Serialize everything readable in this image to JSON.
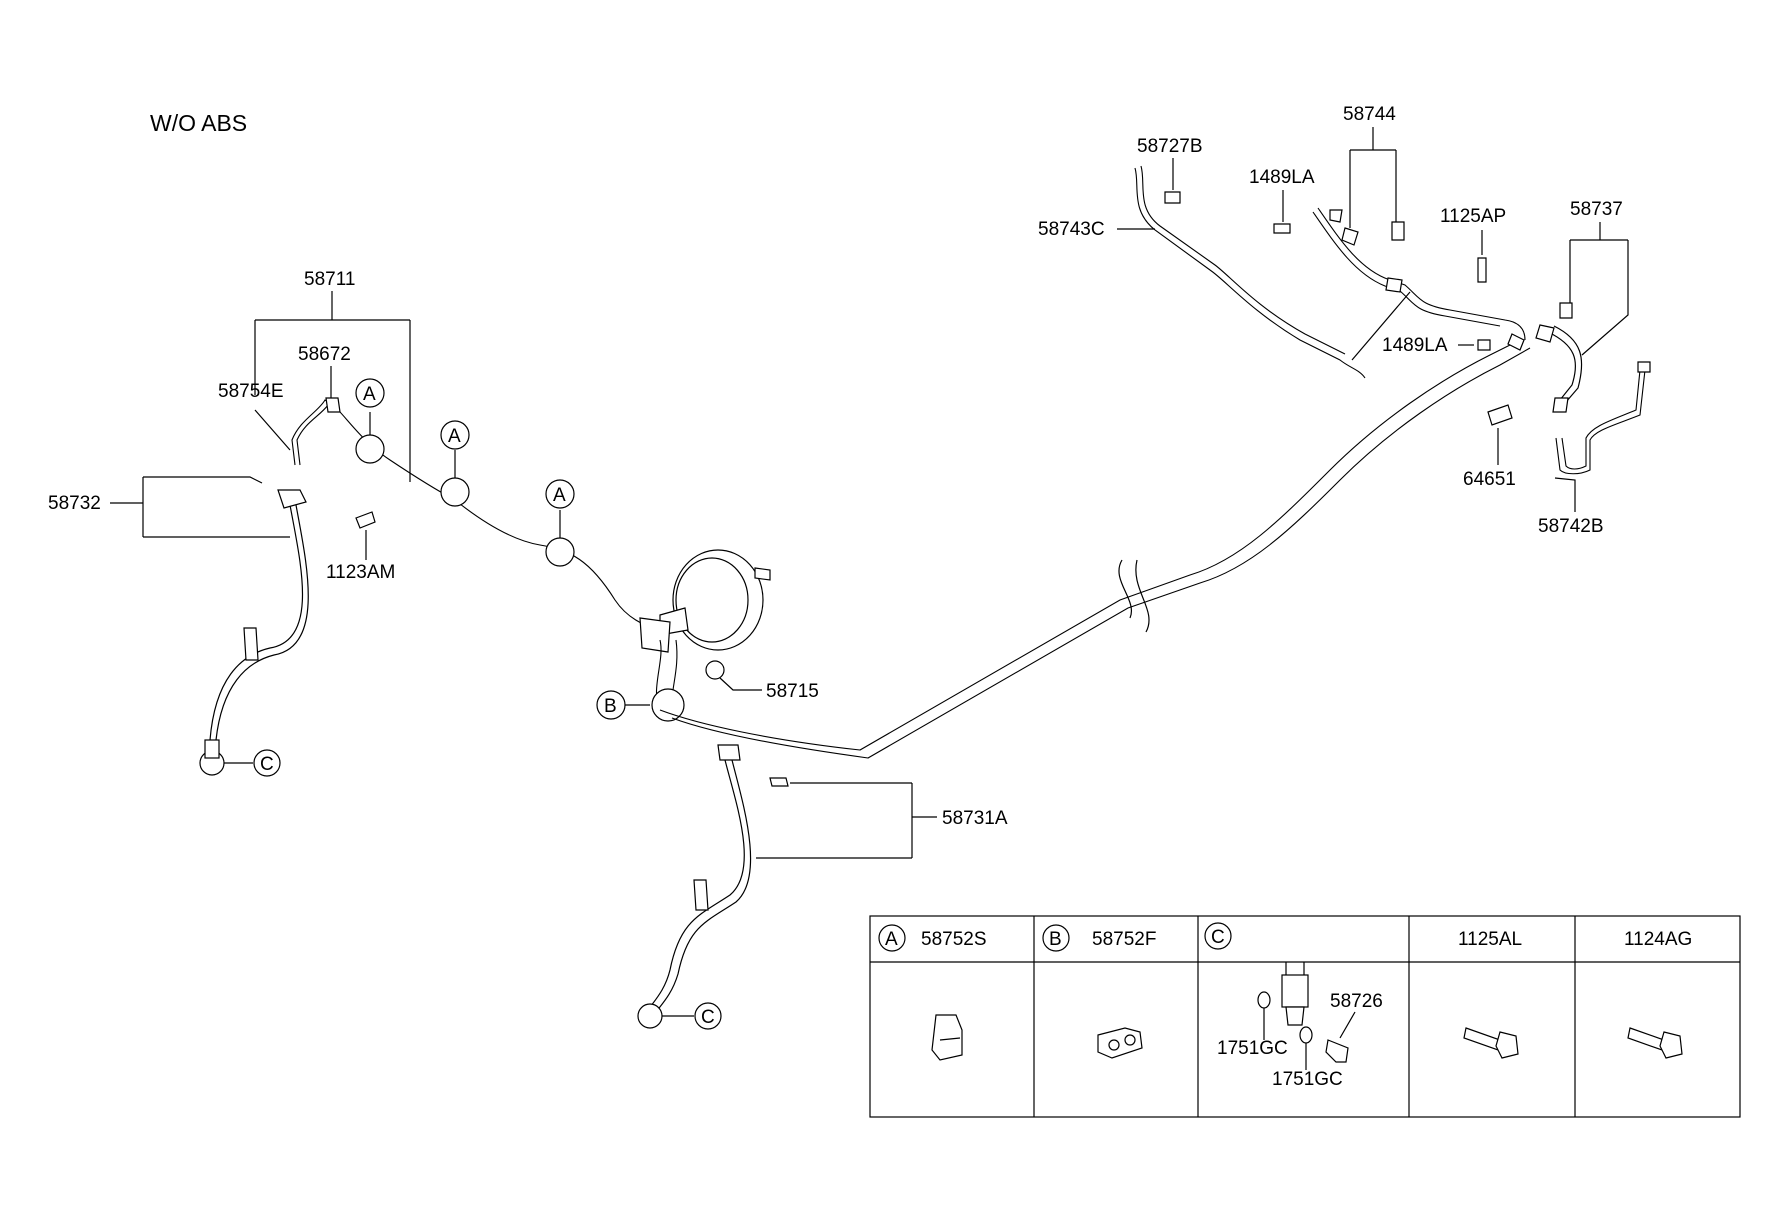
{
  "title": "W/O ABS",
  "callouts": {
    "p58711": "58711",
    "p58672": "58672",
    "p58754E": "58754E",
    "p58732": "58732",
    "p1123AM": "1123AM",
    "p58715": "58715",
    "p58731A": "58731A",
    "p58727B": "58727B",
    "p58743C": "58743C",
    "p58744": "58744",
    "p1489LA_top": "1489LA",
    "p1489LA_mid": "1489LA",
    "p1125AP": "1125AP",
    "p58737": "58737",
    "p64651": "64651",
    "p58742B": "58742B"
  },
  "markers": {
    "A": "A",
    "B": "B",
    "C": "C"
  },
  "legend": {
    "col_a_code": "58752S",
    "col_b_code": "58752F",
    "col_d_code": "1125AL",
    "col_e_code": "1124AG",
    "c_part_58726": "58726",
    "c_part_1751GC_left": "1751GC",
    "c_part_1751GC_right": "1751GC"
  }
}
